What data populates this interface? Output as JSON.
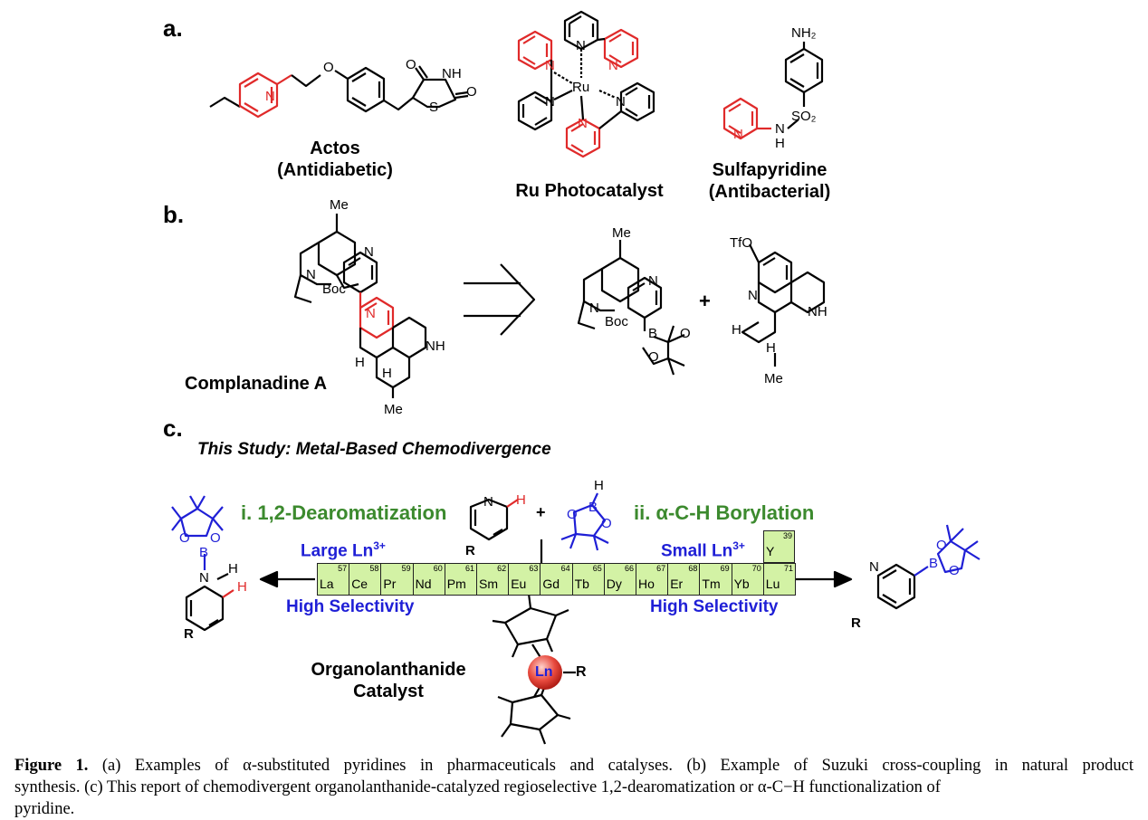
{
  "panels": {
    "a": "a.",
    "b": "b.",
    "c": "c."
  },
  "panel_a": {
    "actos_name": "Actos",
    "actos_use": "(Antidiabetic)",
    "ru_name": "Ru Photocatalyst",
    "sulfa_name": "Sulfapyridine",
    "sulfa_use": "(Antibacterial)",
    "atoms": {
      "O": "O",
      "N": "N",
      "NH": "NH",
      "S": "S",
      "Ru": "Ru",
      "NH2": "NH₂",
      "SO2": "SO₂",
      "H": "H"
    }
  },
  "panel_b": {
    "complanadine": "Complanadine A",
    "me": "Me",
    "boc": "Boc",
    "tfo": "TfO",
    "plus": "+",
    "b": "B",
    "o": "O",
    "h": "H"
  },
  "panel_c": {
    "study_title": "This Study: Metal-Based Chemodivergence",
    "left_title": "i. 1,2-Dearomatization",
    "right_title": "ii. α-C-H Borylation",
    "large_ln": "Large Ln",
    "small_ln": "Small Ln",
    "charge": "3+",
    "left_selectivity": "High Selectivity",
    "right_selectivity": "High Selectivity",
    "catalyst_line1": "Organolanthanide",
    "catalyst_line2": "Catalyst",
    "ln": "Ln",
    "r": "R",
    "plus": "+",
    "elements": [
      {
        "symbol": "La",
        "number": "57"
      },
      {
        "symbol": "Ce",
        "number": "58"
      },
      {
        "symbol": "Pr",
        "number": "59"
      },
      {
        "symbol": "Nd",
        "number": "60"
      },
      {
        "symbol": "Pm",
        "number": "61"
      },
      {
        "symbol": "Sm",
        "number": "62"
      },
      {
        "symbol": "Eu",
        "number": "63"
      },
      {
        "symbol": "Gd",
        "number": "64"
      },
      {
        "symbol": "Tb",
        "number": "65"
      },
      {
        "symbol": "Dy",
        "number": "66"
      },
      {
        "symbol": "Ho",
        "number": "67"
      },
      {
        "symbol": "Er",
        "number": "68"
      },
      {
        "symbol": "Tm",
        "number": "69"
      },
      {
        "symbol": "Yb",
        "number": "70"
      },
      {
        "symbol": "Lu",
        "number": "71"
      }
    ],
    "yttrium": {
      "symbol": "Y",
      "number": "39"
    }
  },
  "caption": {
    "label": "Figure 1.",
    "line1": "(a) Examples of α-substituted pyridines in pharmaceuticals and catalyses. (b) Example of Suzuki cross-coupling in natural product",
    "line2": "synthesis. (c) This report of chemodivergent organolanthanide-catalyzed regioselective 1,2-dearomatization or α-C−H functionalization of",
    "line3": "pyridine."
  },
  "colors": {
    "red": "#e02a2a",
    "green": "#3c8a2e",
    "blue": "#1f1fd6",
    "cell": "#d3f2a5"
  }
}
